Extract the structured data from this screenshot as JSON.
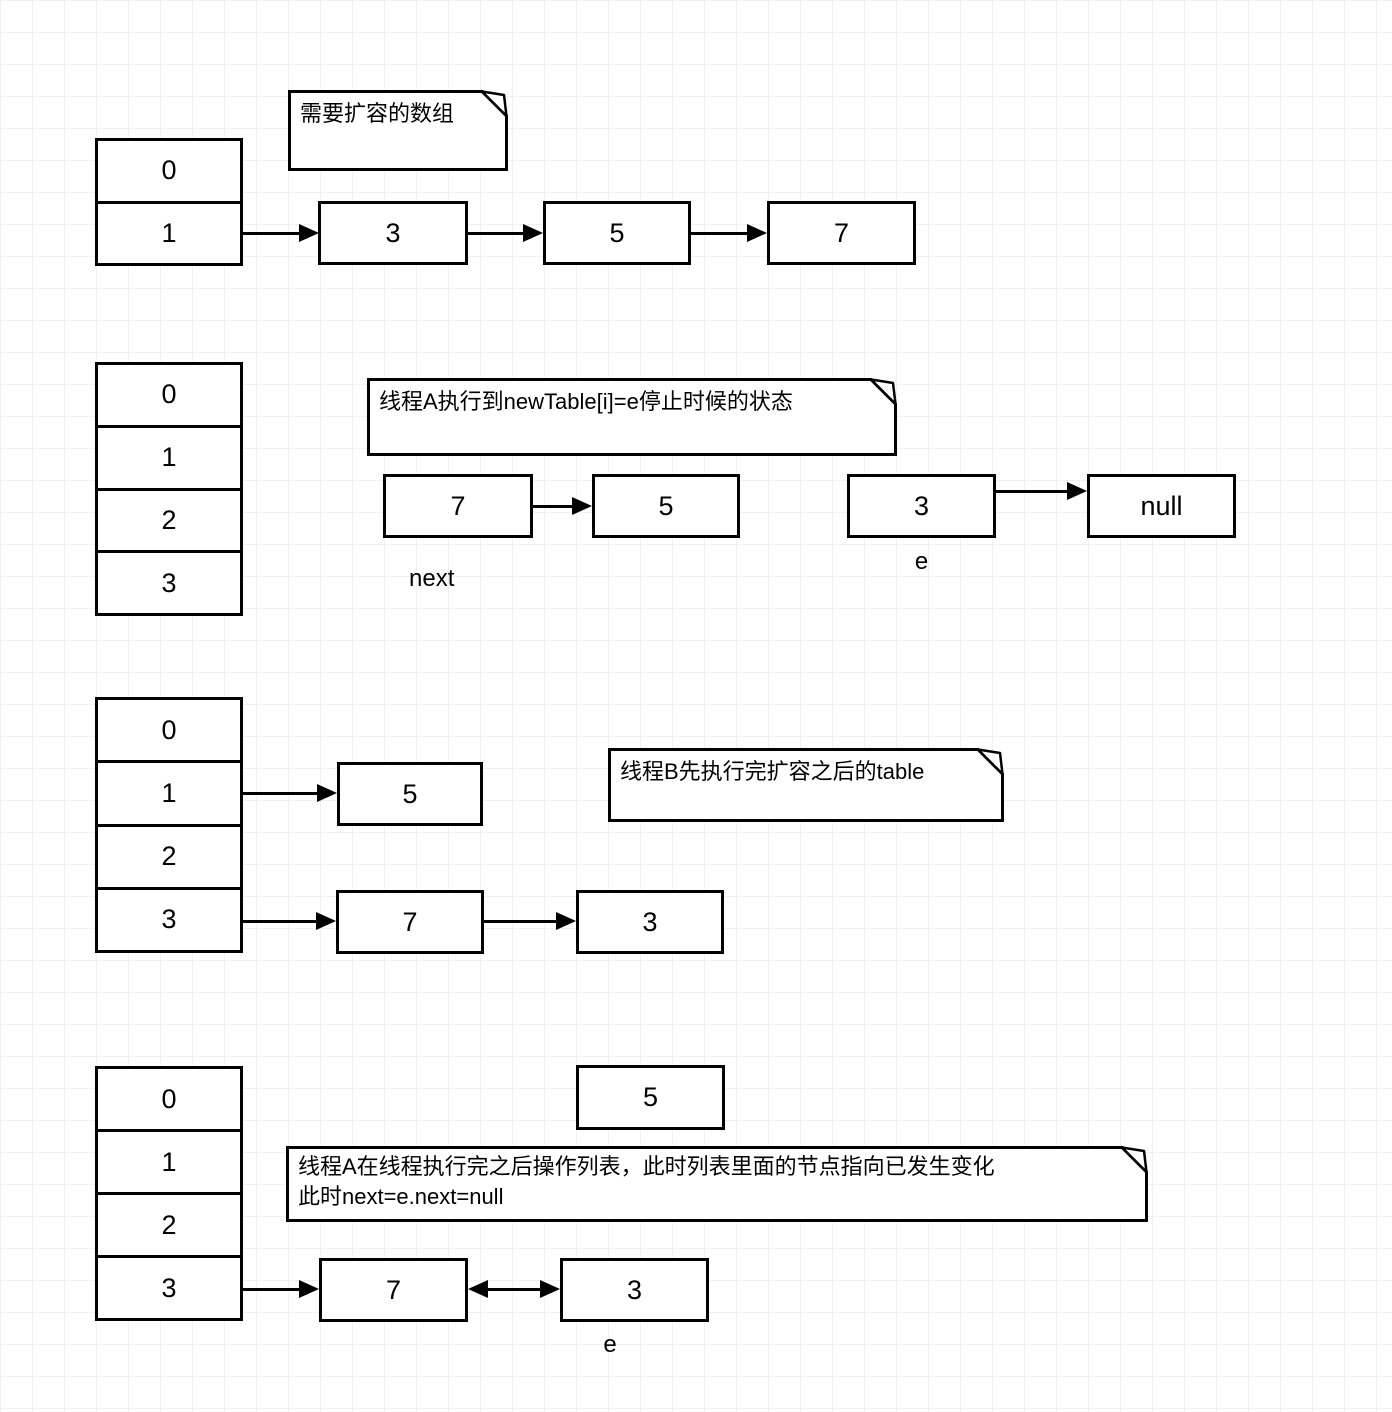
{
  "canvas": {
    "background": "#ffffff",
    "grid_color": "#f0f1f3",
    "stroke_color": "#000000"
  },
  "sections": {
    "s1": {
      "note": "需要扩容的数组",
      "array_cells": [
        "0",
        "1"
      ],
      "nodes": [
        "3",
        "5",
        "7"
      ]
    },
    "s2": {
      "note": "线程A执行到newTable[i]=e停止时候的状态",
      "array_cells": [
        "0",
        "1",
        "2",
        "3"
      ],
      "next_nodes": [
        "7",
        "5"
      ],
      "next_label": "next",
      "e_nodes": [
        "3",
        "null"
      ],
      "e_label": "e"
    },
    "s3": {
      "note": "线程B先执行完扩容之后的table",
      "array_cells": [
        "0",
        "1",
        "2",
        "3"
      ],
      "bucket1_node": "5",
      "bucket3_nodes": [
        "7",
        "3"
      ]
    },
    "s4": {
      "note_line1": "线程A在线程执行完之后操作列表，此时列表里面的节点指向已发生变化",
      "note_line2": "此时next=e.next=null",
      "array_cells": [
        "0",
        "1",
        "2",
        "3"
      ],
      "floating_node": "5",
      "bucket3_nodes": [
        "7",
        "3"
      ],
      "e_label": "e"
    }
  }
}
